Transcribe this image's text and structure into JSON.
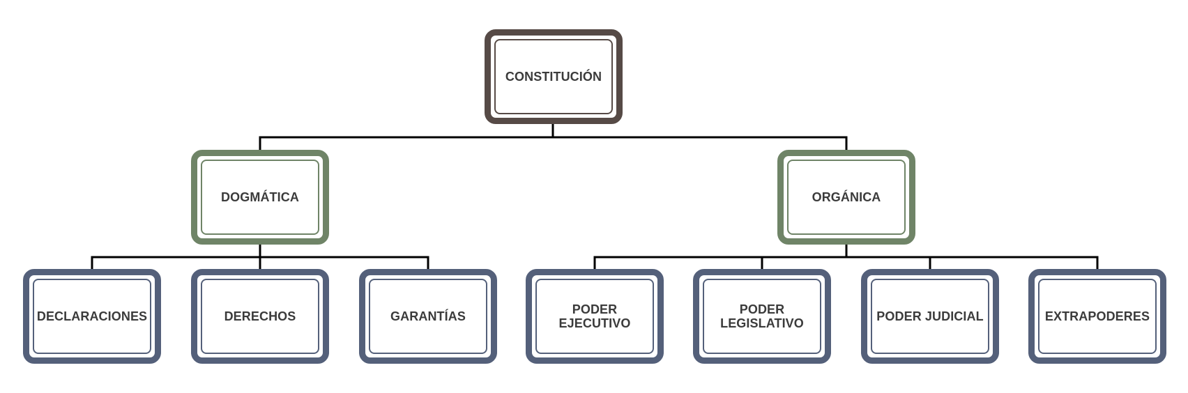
{
  "colors": {
    "root_border": "#564a46",
    "branch_border": "#6f8467",
    "leaf_border": "#54607a",
    "connector": "#000000",
    "label": "#3b3b3b"
  },
  "root": {
    "label": "CONSTITUCIÓN"
  },
  "branches": [
    {
      "label": "DOGMÁTICA",
      "children": [
        {
          "label": "DECLARACIONES"
        },
        {
          "label": "DERECHOS"
        },
        {
          "label": "GARANTÍAS"
        }
      ]
    },
    {
      "label": "ORGÁNICA",
      "children": [
        {
          "label": "PODER\nEJECUTIVO"
        },
        {
          "label": "PODER\nLEGISLATIVO"
        },
        {
          "label": "PODER JUDICIAL"
        },
        {
          "label": "EXTRAPODERES"
        }
      ]
    }
  ]
}
